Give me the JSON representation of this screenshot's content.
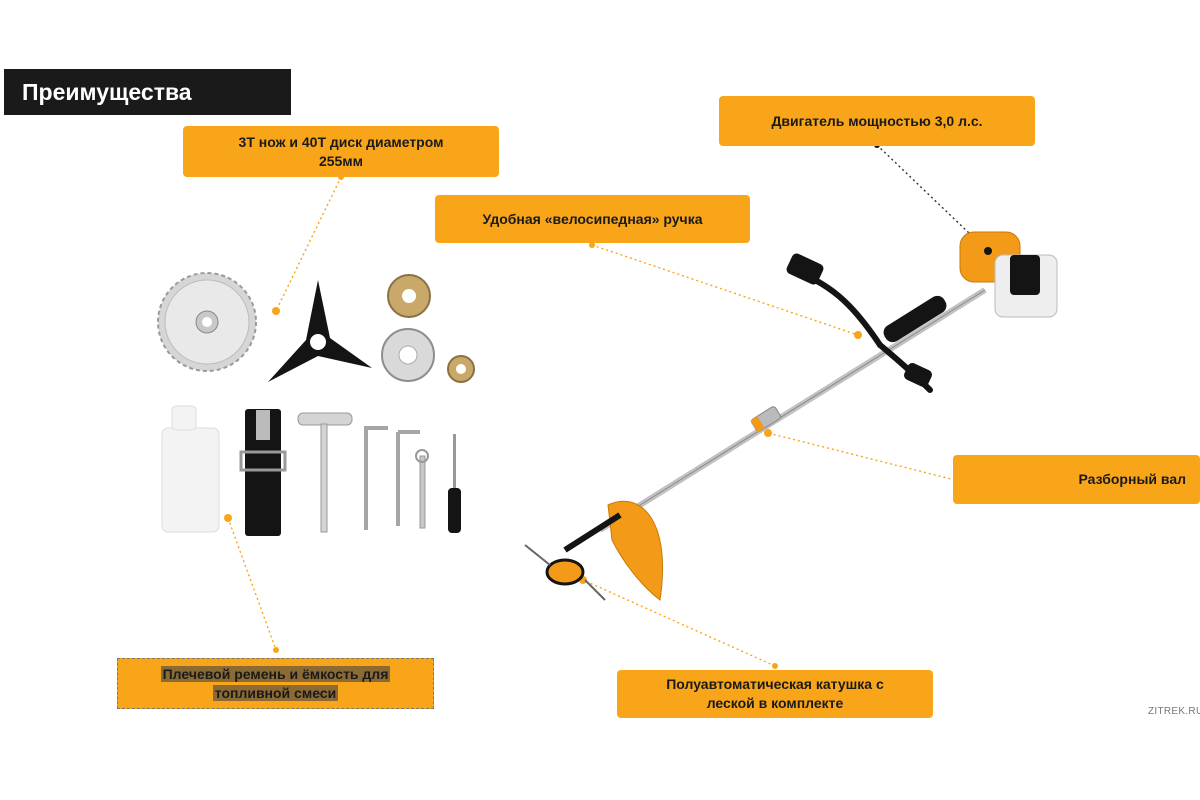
{
  "header": {
    "title": "Преимущества"
  },
  "callouts": {
    "blades": {
      "line1": "3T нож и 40T диск диаметром",
      "line2": "255мм"
    },
    "engine": {
      "text": "Двигатель мощностью 3,0 л.с."
    },
    "handle": {
      "text": "Удобная «велосипедная» ручка"
    },
    "shaft": {
      "text": "Разборный вал"
    },
    "strap": {
      "line1": "Плечевой ремень и ёмкость для",
      "line2": "топливной смеси"
    },
    "spool": {
      "line1": "Полуавтоматическая катушка с",
      "line2": "леской в комплекте"
    }
  },
  "watermark": "ZITREK.RU",
  "colors": {
    "accent": "#f9a51a",
    "header_bg": "#1a1a1a",
    "body_dark": "#1a1a1a"
  },
  "icons": [
    "circular-saw-disc-icon",
    "three-tooth-blade-icon",
    "washer-icon",
    "flange-icon",
    "nut-icon",
    "fuel-bottle-icon",
    "shoulder-strap-icon",
    "t-wrench-icon",
    "hex-key-icon",
    "spanner-icon",
    "screwdriver-icon",
    "brush-cutter-icon"
  ]
}
